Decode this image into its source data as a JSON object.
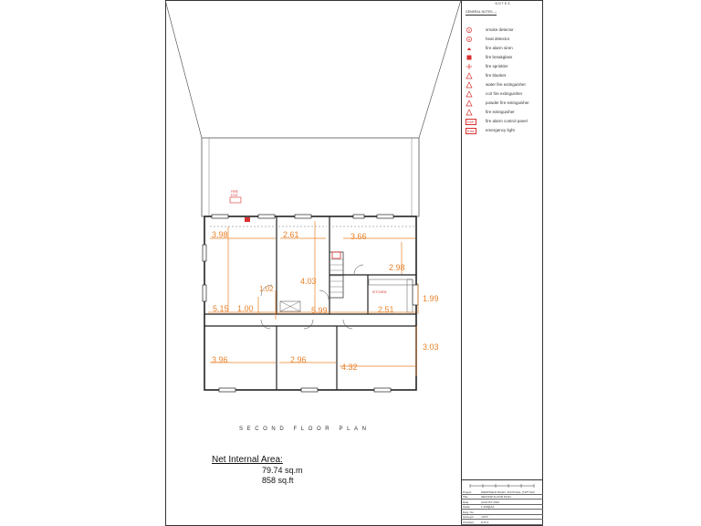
{
  "legend": {
    "heading": "NOTES",
    "subheading": "GENERAL NOTES —",
    "items": [
      {
        "label": "smoke detector",
        "icon": "smoke-detector-icon"
      },
      {
        "label": "heat detector",
        "icon": "heat-detector-icon"
      },
      {
        "label": "fire alarm siren",
        "icon": "fire-alarm-siren-icon"
      },
      {
        "label": "fire breakglass",
        "icon": "fire-breakglass-icon"
      },
      {
        "label": "fire sprinkler",
        "icon": "fire-sprinkler-icon"
      },
      {
        "label": "fire blanket",
        "icon": "fire-blanket-icon"
      },
      {
        "label": "water fire extinguisher",
        "icon": "water-extinguisher-icon"
      },
      {
        "label": "co2 fire extinguisher",
        "icon": "co2-extinguisher-icon"
      },
      {
        "label": "powder fire extinguisher",
        "icon": "powder-extinguisher-icon"
      },
      {
        "label": "fire extinguisher",
        "icon": "fire-extinguisher-icon"
      },
      {
        "label": "fire alarm control panel",
        "icon": "fire-alarm-control-panel-icon",
        "tag": "FAP"
      },
      {
        "label": "emergency light",
        "icon": "emergency-light-icon",
        "tag": "EmL"
      }
    ]
  },
  "plan": {
    "title": "SECOND FLOOR PLAN",
    "net_area_label": "Net Internal Area:",
    "area_sqm": "79.74 sq.m",
    "area_sqft": "858 sq.ft",
    "fire_exit_label": "FIRE EXIT",
    "kitchen_label": "KITCHEN",
    "dimensions": [
      "3.98",
      "2.61",
      "3.66",
      "2.98",
      "4.03",
      "5.15",
      "1.00",
      "1.02",
      "5.99",
      "2.51",
      "1.99",
      "3.03",
      "3.96",
      "2.96",
      "4.32"
    ]
  },
  "title_block": {
    "rows": [
      {
        "key": "Project",
        "value": "WESTFIELD ROAD, SOUTHALL (TWT 5LR"
      },
      {
        "key": "Title",
        "value": "SECOND FLOOR PLAN"
      },
      {
        "key": "Date",
        "value": "AUGUST 2024"
      },
      {
        "key": "Scale",
        "value": "1:100@A4"
      },
      {
        "key": "Dwg. No.",
        "value": ""
      },
      {
        "key": "Surveyor",
        "value": "J.M.P"
      },
      {
        "key": "Checked",
        "value": "D.R.O"
      }
    ]
  },
  "colors": {
    "dimension": "#e8822a",
    "symbol": "#d83030",
    "wall": "#222222"
  }
}
